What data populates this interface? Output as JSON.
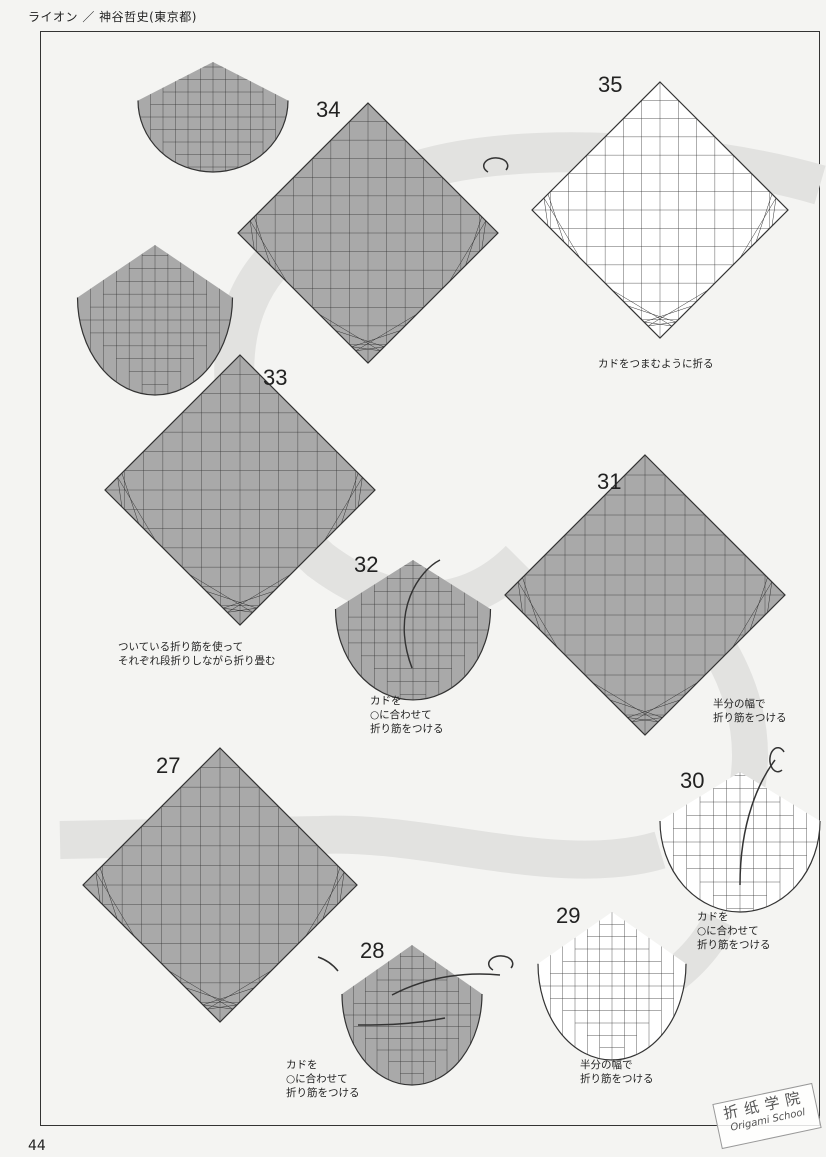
{
  "header": {
    "title": "ライオン ／ 神谷哲史(東京都)"
  },
  "page_number": "44",
  "steps": [
    {
      "id": "s34",
      "number": "34"
    },
    {
      "id": "s35",
      "number": "35"
    },
    {
      "id": "s33",
      "number": "33"
    },
    {
      "id": "s32",
      "number": "32"
    },
    {
      "id": "s31",
      "number": "31"
    },
    {
      "id": "s30",
      "number": "30"
    },
    {
      "id": "s27",
      "number": "27"
    },
    {
      "id": "s28",
      "number": "28"
    },
    {
      "id": "s29",
      "number": "29"
    }
  ],
  "captions": {
    "c35": "カドをつまむように折る",
    "c33": "ついている折り筋を使って\nそれぞれ段折りしながら折り畳む",
    "c32": "カドを\n○に合わせて\n折り筋をつける",
    "c31": "半分の幅で\n折り筋をつける",
    "c30": "カドを\n○に合わせて\n折り筋をつける",
    "c28": "カドを\n○に合わせて\n折り筋をつける",
    "c29": "半分の幅で\n折り筋をつける"
  },
  "stamp": {
    "chinese": "折纸学院",
    "english": "Origami School"
  },
  "colors": {
    "paper_gray": "#a9a9a9",
    "paper_white": "#ffffff",
    "band": "#e0e0de",
    "line": "#333333"
  }
}
